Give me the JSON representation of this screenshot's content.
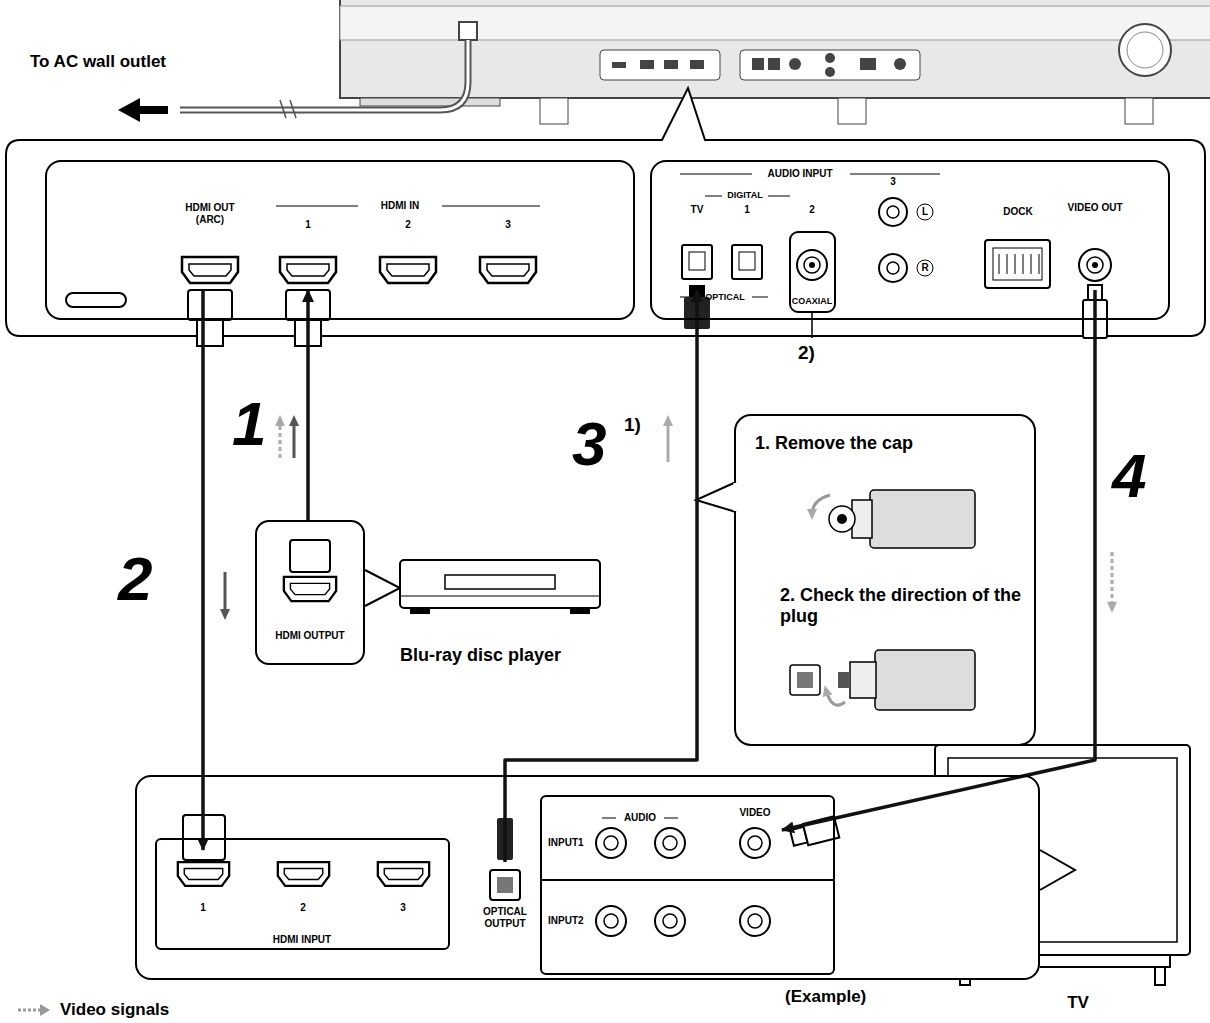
{
  "diagram": {
    "nodes": [
      {
        "text": [
          "HDMI IN"
        ]
      },
      {
        "text": [
          "HDMI OUT (ARC)"
        ],
        "in": 0
      },
      {
        "text": [
          "1"
        ],
        "in": 0
      },
      {
        "text": [
          "AUDIO INPUT"
        ]
      },
      {
        "text": [
          "TV"
        ],
        "in": 3
      },
      {
        "text": [
          "VIDEO OUT"
        ],
        "in": 3
      },
      {
        "text": [
          "HDMI OUTPUT"
        ]
      },
      {
        "text": [
          "(Example)"
        ]
      },
      {
        "text": [
          "HDMI INPUT"
        ],
        "in": 7
      },
      {
        "text": [
          "1"
        ],
        "in": 8
      },
      {
        "text": [
          "OPTICAL OUTPUT"
        ],
        "in": 7
      },
      {
        "text": [
          "AUDIO",
          "INPUT1",
          "INPUT2"
        ],
        "in": 7
      },
      {
        "text": [
          "VIDEO"
        ],
        "in": 11
      }
    ],
    "edges": [
      {
        "from": 6,
        "to": 2,
        "arrow": "to"
      },
      {
        "from": 1,
        "to": 9,
        "arrow": "to"
      },
      {
        "from": 10,
        "to": 4,
        "arrow": "to"
      },
      {
        "from": 5,
        "to": 12,
        "arrow": "to"
      }
    ],
    "labels": [
      "To AC wall outlet",
      "DIGITAL",
      "1",
      "2",
      "OPTICAL",
      "COAXIAL",
      "3",
      "L",
      "R",
      "DOCK",
      "2",
      "3",
      "2)",
      "1",
      "2",
      "3",
      "1)",
      "4",
      "1. Remove the cap",
      "2. Check the direction of the plug",
      "Blu-ray disc player",
      "2",
      "3",
      "TV"
    ],
    "legend": [
      {
        "text": "Video signals"
      }
    ]
  }
}
